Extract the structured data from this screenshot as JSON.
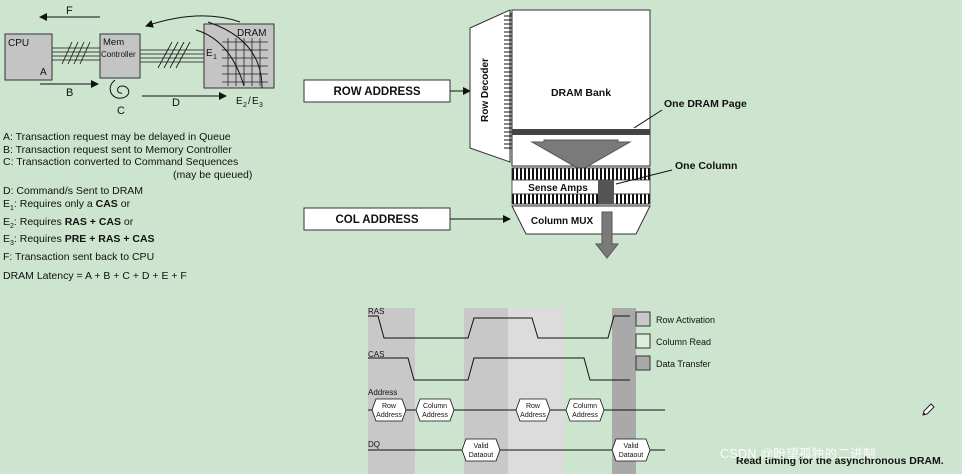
{
  "flow": {
    "cpu": "CPU",
    "mem": "Mem",
    "controller": "Controller",
    "dram": "DRAM",
    "label_a": "A",
    "label_b": "B",
    "label_c": "C",
    "label_d": "D",
    "label_e1": "E",
    "label_e1_sub": "1",
    "label_e2": "E",
    "label_e2_sub": "2",
    "label_e3": "E",
    "label_e3_sub": "3",
    "label_slash": "/",
    "label_f": "F"
  },
  "steps": {
    "a": "A: Transaction request may be delayed in Queue",
    "b": "B: Transaction request sent to Memory Controller",
    "c": "C: Transaction converted to Command Sequences",
    "c2": "(may be queued)",
    "d": "D: Command/s Sent to DRAM",
    "e1_pre": "E",
    "e1_sub": "1",
    "e1_mid": ": Requires only a ",
    "e1_bold": "CAS",
    "e1_post": " or",
    "e2_pre": "E",
    "e2_sub": "2",
    "e2_mid": ": Requires ",
    "e2_bold": "RAS + CAS",
    "e2_post": " or",
    "e3_pre": "E",
    "e3_sub": "3",
    "e3_mid": ": Requires ",
    "e3_bold": "PRE + RAS + CAS",
    "f": "F: Transaction sent back to CPU",
    "latency": "DRAM Latency = A + B + C + D + E + F"
  },
  "bank": {
    "row_address": "ROW ADDRESS",
    "col_address": "COL ADDRESS",
    "row_decoder": "Row Decoder",
    "dram_bank": "DRAM Bank",
    "one_page": "One DRAM Page",
    "one_column": "One Column",
    "sense_amps": "Sense Amps",
    "column_mux": "Column MUX"
  },
  "timing": {
    "ras": "RAS",
    "cas": "CAS",
    "address": "Address",
    "dq": "DQ",
    "row_address_1a": "Row",
    "row_address_1b": "Address",
    "col_address_1a": "Column",
    "col_address_1b": "Address",
    "row_address_2a": "Row",
    "row_address_2b": "Address",
    "col_address_2a": "Column",
    "col_address_2b": "Address",
    "valid_1a": "Valid",
    "valid_1b": "Dataout",
    "valid_2a": "Valid",
    "valid_2b": "Dataout",
    "legend": [
      {
        "label": "Row Activation",
        "color": "#c8c8c8"
      },
      {
        "label": "Column Read",
        "color": "#dcefdc"
      },
      {
        "label": "Data Transfer",
        "color": "#a9a9a9"
      }
    ],
    "caption": "Read timing for the asynchronous DRAM."
  },
  "watermark": "CSDN @盼望孤独的二进制"
}
